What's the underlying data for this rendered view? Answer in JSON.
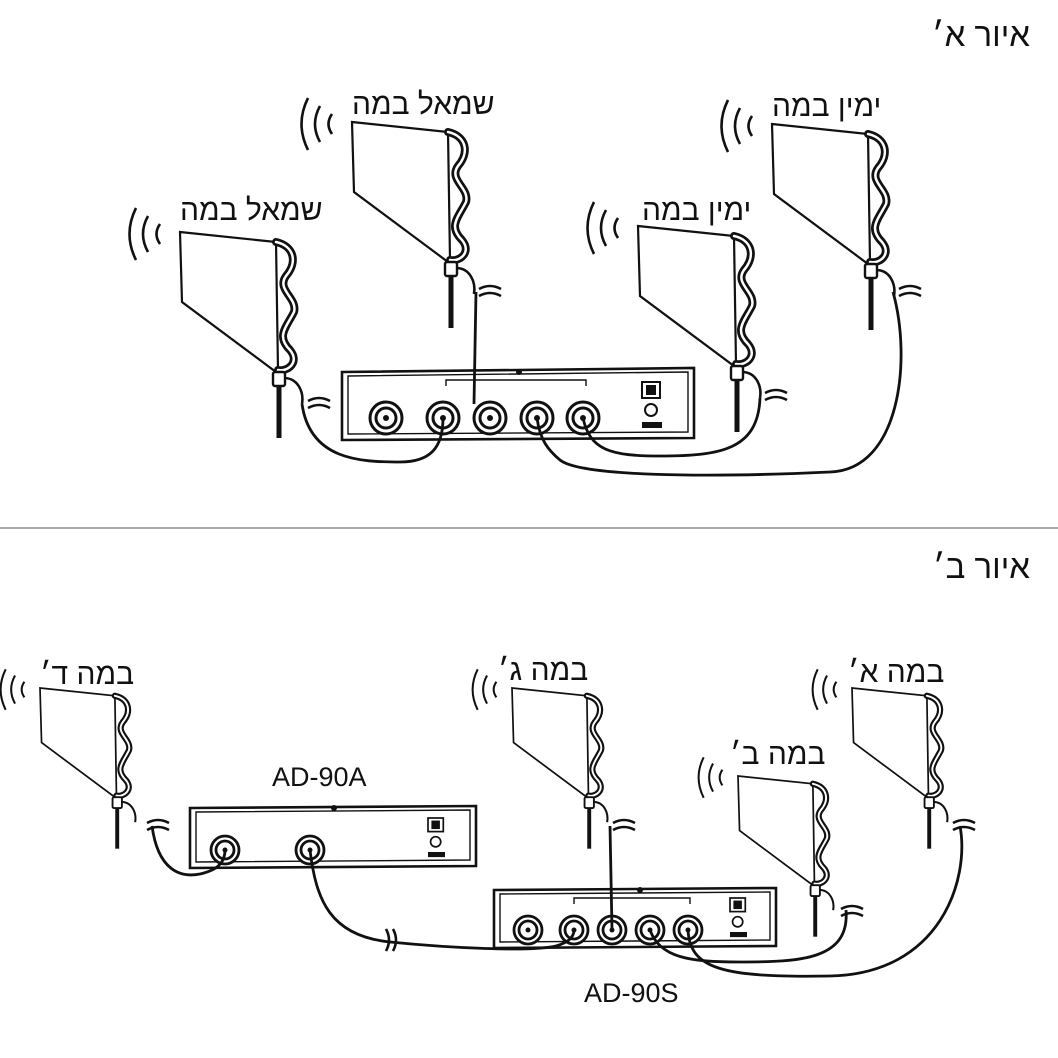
{
  "figures": [
    {
      "title": "איור א׳",
      "antenna_labels": [
        "שמאל במה",
        "ימין במה",
        "שמאל במה",
        "ימין במה"
      ]
    },
    {
      "title": "איור ב׳",
      "antenna_labels": [
        "במה ד׳",
        "במה ג׳",
        "במה ב׳",
        "במה א׳"
      ],
      "models": {
        "amplifier": "AD-90A",
        "splitter": "AD-90S"
      }
    }
  ],
  "colors": {
    "line": "#111111",
    "background": "#ffffff",
    "divider": "#8a8a8a"
  },
  "icons": [
    "paddle-antenna-icon",
    "antenna-splitter-icon",
    "antenna-amplifier-icon",
    "coax-cable-icon",
    "cable-break-icon"
  ]
}
